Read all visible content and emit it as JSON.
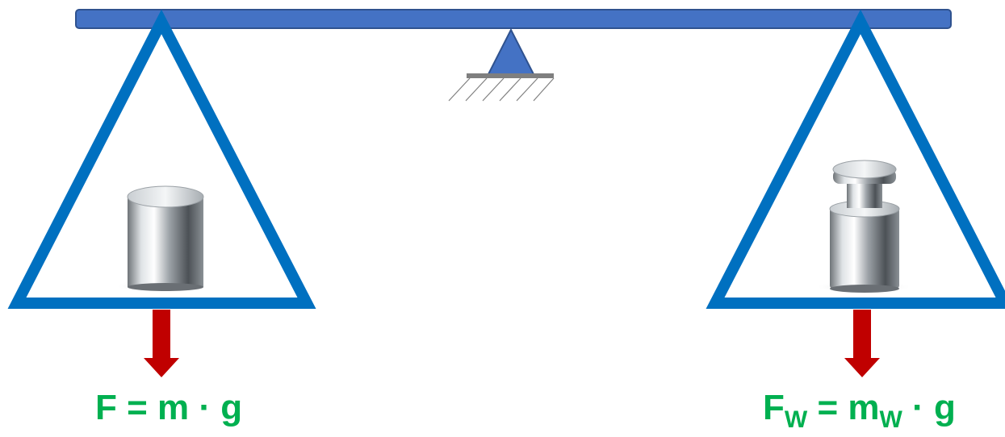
{
  "colors": {
    "beam": "#4472c4",
    "pan_outline": "#0070c0",
    "force_arrow": "#c00000",
    "formula_text": "#00b050",
    "ground": "#7f7f7f"
  },
  "left": {
    "object": "cylinder-weight",
    "formula": {
      "lhs": "F",
      "eq": " = ",
      "m": "m",
      "dot": " · ",
      "g": "g"
    }
  },
  "right": {
    "object": "calibration-weight",
    "formula": {
      "lhs": "F",
      "lhs_sub": "W",
      "eq": " = ",
      "m": "m",
      "m_sub": "W",
      "dot": " · ",
      "g": "g"
    }
  }
}
